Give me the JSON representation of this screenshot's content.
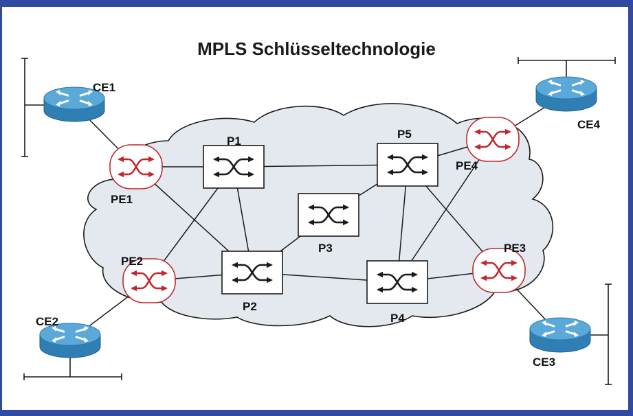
{
  "title": "MPLS Schlüsseltechnologie",
  "colors": {
    "frame": "#2f4aa0",
    "cloud_fill": "#e3e9ef",
    "cloud_stroke": "#1a1a1a",
    "pe_border": "#c0272d",
    "pe_arrow": "#c0272d",
    "p_arrow": "#1a1a1a",
    "ce_body": "#5aa9d8",
    "link": "#1a1a1a"
  },
  "nodes": {
    "ce1": {
      "label": "CE1",
      "type": "customer-edge-router"
    },
    "ce2": {
      "label": "CE2",
      "type": "customer-edge-router"
    },
    "ce3": {
      "label": "CE3",
      "type": "customer-edge-router"
    },
    "ce4": {
      "label": "CE4",
      "type": "customer-edge-router"
    },
    "pe1": {
      "label": "PE1",
      "type": "provider-edge-router"
    },
    "pe2": {
      "label": "PE2",
      "type": "provider-edge-router"
    },
    "pe3": {
      "label": "PE3",
      "type": "provider-edge-router"
    },
    "pe4": {
      "label": "PE4",
      "type": "provider-edge-router"
    },
    "p1": {
      "label": "P1",
      "type": "provider-router"
    },
    "p2": {
      "label": "P2",
      "type": "provider-router"
    },
    "p3": {
      "label": "P3",
      "type": "provider-router"
    },
    "p4": {
      "label": "P4",
      "type": "provider-router"
    },
    "p5": {
      "label": "P5",
      "type": "provider-router"
    }
  },
  "links": [
    [
      "ce1",
      "pe1"
    ],
    [
      "ce2",
      "pe2"
    ],
    [
      "ce3",
      "pe3"
    ],
    [
      "ce4",
      "pe4"
    ],
    [
      "pe1",
      "p1"
    ],
    [
      "pe1",
      "p2"
    ],
    [
      "pe2",
      "p1"
    ],
    [
      "pe2",
      "p2"
    ],
    [
      "pe3",
      "p4"
    ],
    [
      "pe3",
      "p5"
    ],
    [
      "pe4",
      "p5"
    ],
    [
      "pe4",
      "p4"
    ],
    [
      "p1",
      "p5"
    ],
    [
      "p1",
      "p2"
    ],
    [
      "p2",
      "p3"
    ],
    [
      "p2",
      "p4"
    ],
    [
      "p3",
      "p5"
    ],
    [
      "p4",
      "p5"
    ]
  ]
}
